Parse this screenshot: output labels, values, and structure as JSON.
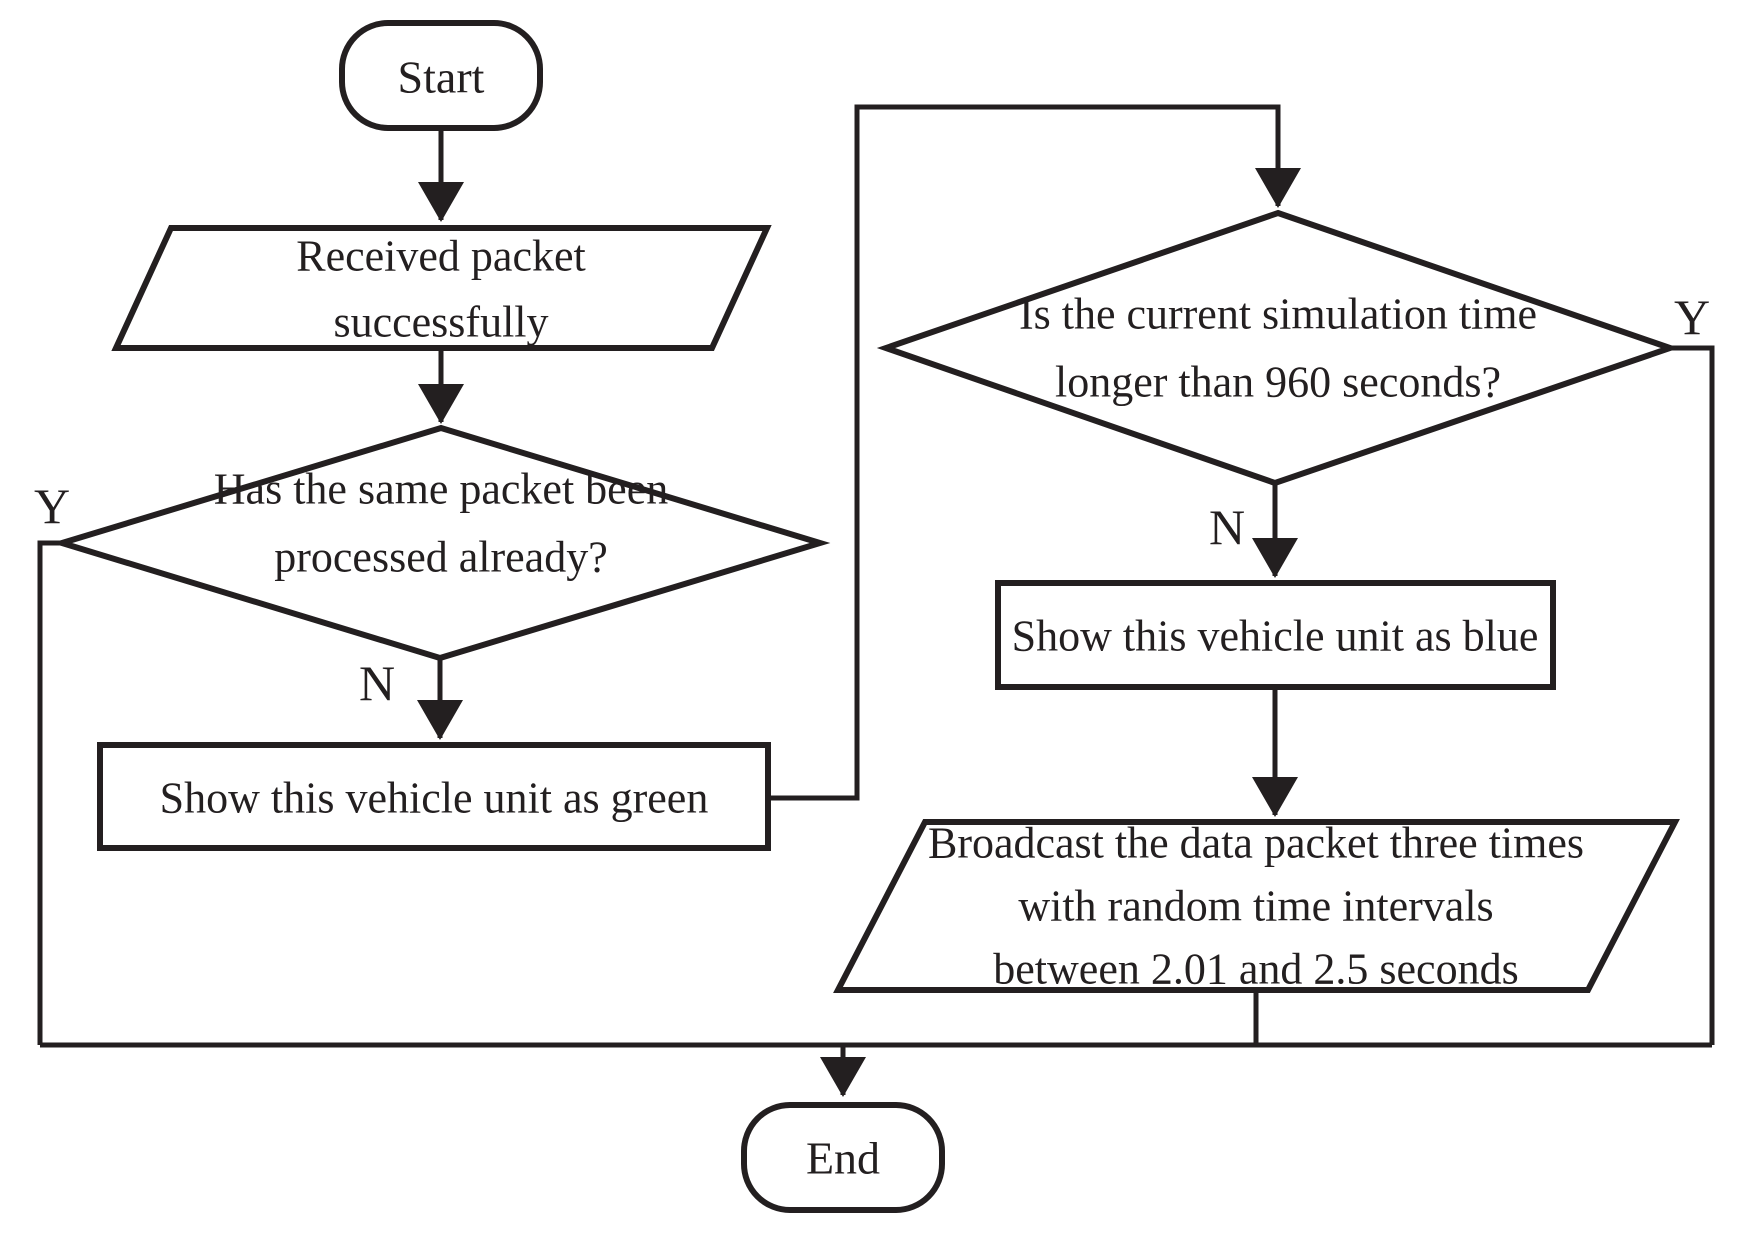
{
  "flowchart": {
    "nodes": {
      "start": {
        "label": "Start"
      },
      "received_packet": {
        "line1": "Received packet",
        "line2": "successfully"
      },
      "same_packet_decision": {
        "line1": "Has the same packet been",
        "line2": "processed already?"
      },
      "show_green": {
        "label": "Show this vehicle unit as green"
      },
      "sim_time_decision": {
        "line1": "Is the current simulation time",
        "line2": "longer than 960 seconds?"
      },
      "show_blue": {
        "label": "Show this vehicle unit as blue"
      },
      "broadcast": {
        "line1": "Broadcast the data packet three times",
        "line2": "with random time intervals",
        "line3": "between 2.01 and 2.5 seconds"
      },
      "end": {
        "label": "End"
      }
    },
    "branch_labels": {
      "same_packet_yes": "Y",
      "same_packet_no": "N",
      "sim_time_yes": "Y",
      "sim_time_no": "N"
    },
    "colors": {
      "stroke": "#231f20",
      "text": "#231f20",
      "background": "#ffffff"
    }
  }
}
